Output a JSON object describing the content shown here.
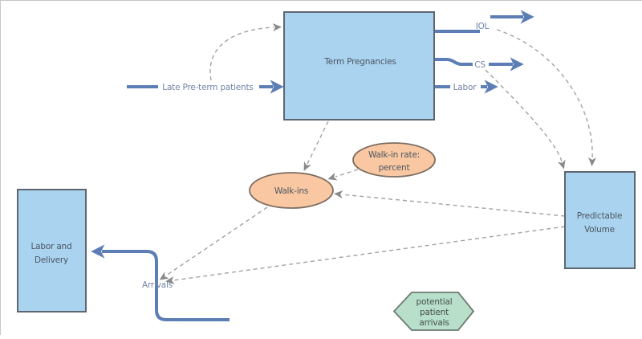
{
  "diagram": {
    "kind": "patient-flow-model",
    "colors": {
      "stock_fill": "#aad3f0",
      "stock_border": "#5d6670",
      "aux_fill": "#f9c8a2",
      "aux_border": "#7d6e62",
      "hex_fill": "#b7dfc9",
      "hex_border": "#6d7a70",
      "flow_blue": "#5d7eb5",
      "flow_label_blue": "#7285a8",
      "node_text": "#4c5560",
      "connector_gray": "#a2a2a2"
    },
    "nodes": {
      "term_pregnancies": {
        "label": "Term Pregnancies"
      },
      "labor_and_delivery": {
        "line1": "Labor and",
        "line2": "Delivery"
      },
      "predictable_volume": {
        "line1": "Predictable",
        "line2": "Volume"
      },
      "walk_ins": {
        "label": "Walk-ins"
      },
      "walk_in_rate": {
        "line1": "Walk-in rate:",
        "line2": "percent"
      },
      "potential_patient_arrivals": {
        "line1": "potential",
        "line2": "patient",
        "line3": "arrivals"
      }
    },
    "flow_labels": {
      "late_preterm": "Late Pre-term patients",
      "iol": "IOL",
      "cs": "CS",
      "labor": "Labor",
      "arrivals": "Arrivals"
    }
  }
}
